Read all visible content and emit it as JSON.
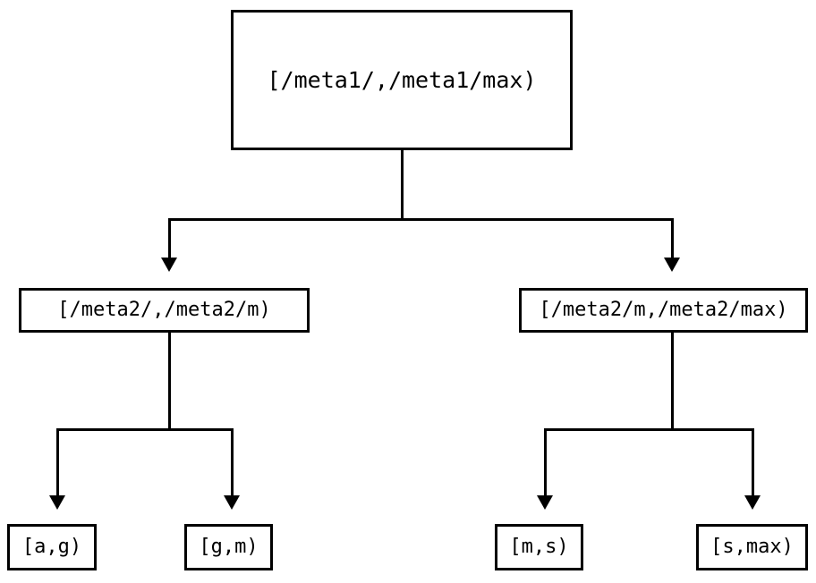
{
  "diagram": {
    "type": "tree",
    "title": "",
    "orientation": "top-down",
    "colors": {
      "background": "#ffffff",
      "stroke": "#000000",
      "text": "#000000",
      "node_fill": "#ffffff"
    },
    "levels": 3,
    "nodes": {
      "root": {
        "label": "[/meta1/,/meta1/max)"
      },
      "level2": [
        {
          "label": "[/meta2/,/meta2/m)"
        },
        {
          "label": "[/meta2/m,/meta2/max)"
        }
      ],
      "leaves": [
        {
          "label": "[a,g)"
        },
        {
          "label": "[g,m)"
        },
        {
          "label": "[m,s)"
        },
        {
          "label": "[s,max)"
        }
      ]
    },
    "edges": [
      {
        "from": "[/meta1/,/meta1/max)",
        "to": "[/meta2/,/meta2/m)"
      },
      {
        "from": "[/meta1/,/meta1/max)",
        "to": "[/meta2/m,/meta2/max)"
      },
      {
        "from": "[/meta2/,/meta2/m)",
        "to": "[a,g)"
      },
      {
        "from": "[/meta2/,/meta2/m)",
        "to": "[g,m)"
      },
      {
        "from": "[/meta2/m,/meta2/max)",
        "to": "[m,s)"
      },
      {
        "from": "[/meta2/m,/meta2/max)",
        "to": "[s,max)"
      }
    ]
  }
}
